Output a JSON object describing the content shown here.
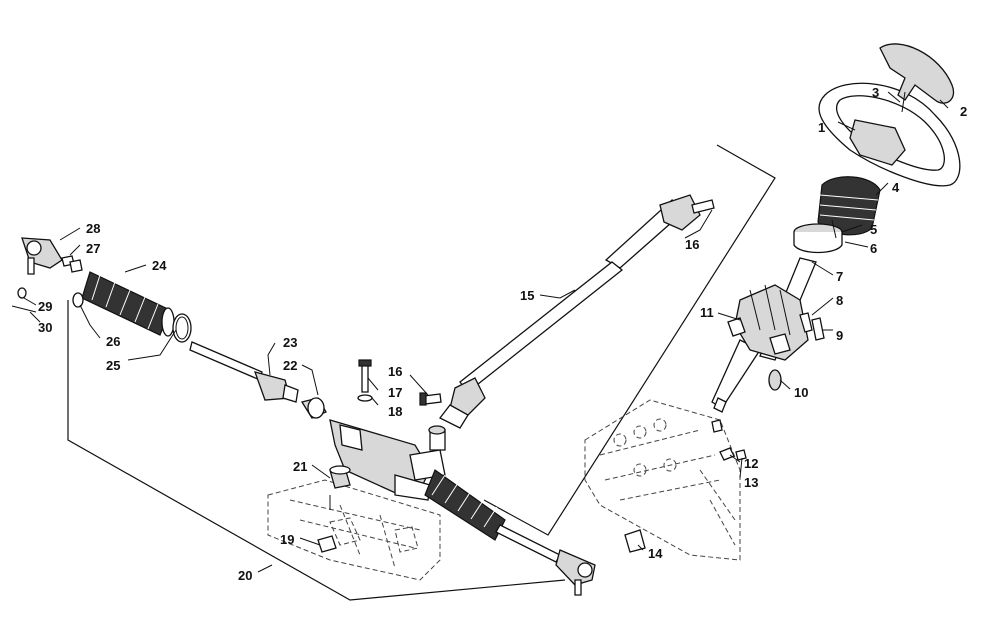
{
  "diagram": {
    "callouts": [
      {
        "id": "c1",
        "text": "1"
      },
      {
        "id": "c2",
        "text": "2"
      },
      {
        "id": "c3",
        "text": "3"
      },
      {
        "id": "c4",
        "text": "4"
      },
      {
        "id": "c5",
        "text": "5"
      },
      {
        "id": "c6",
        "text": "6"
      },
      {
        "id": "c7",
        "text": "7"
      },
      {
        "id": "c8",
        "text": "8"
      },
      {
        "id": "c9",
        "text": "9"
      },
      {
        "id": "c10",
        "text": "10"
      },
      {
        "id": "c11",
        "text": "11"
      },
      {
        "id": "c12",
        "text": "12"
      },
      {
        "id": "c13",
        "text": "13"
      },
      {
        "id": "c14",
        "text": "14"
      },
      {
        "id": "c15",
        "text": "15"
      },
      {
        "id": "c16a",
        "text": "16"
      },
      {
        "id": "c16b",
        "text": "16"
      },
      {
        "id": "c17",
        "text": "17"
      },
      {
        "id": "c18",
        "text": "18"
      },
      {
        "id": "c19",
        "text": "19"
      },
      {
        "id": "c20",
        "text": "20"
      },
      {
        "id": "c21",
        "text": "21"
      },
      {
        "id": "c22",
        "text": "22"
      },
      {
        "id": "c23",
        "text": "23"
      },
      {
        "id": "c24",
        "text": "24"
      },
      {
        "id": "c25",
        "text": "25"
      },
      {
        "id": "c26",
        "text": "26"
      },
      {
        "id": "c27",
        "text": "27"
      },
      {
        "id": "c28",
        "text": "28"
      },
      {
        "id": "c29",
        "text": "29"
      },
      {
        "id": "c30",
        "text": "30"
      }
    ]
  }
}
